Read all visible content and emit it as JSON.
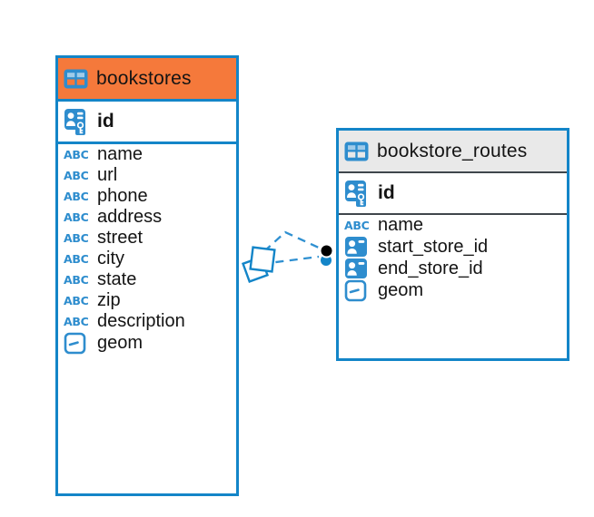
{
  "colors": {
    "table_border": "#1385c8",
    "icon_blue": "#2e8dce",
    "relation_line": "#2f90d1",
    "selected_header": "#f5793b",
    "unselected_header": "#e9e9e9",
    "divider_dark": "#3f464c",
    "text": "#141414"
  },
  "icons": {
    "text_glyph": "ABC"
  },
  "tables": [
    {
      "name": "bookstores",
      "header_color": "#f5793b",
      "selected": true,
      "primary_key": {
        "name": "id",
        "icon": "pk"
      },
      "columns": [
        {
          "name": "name",
          "icon": "text"
        },
        {
          "name": "url",
          "icon": "text"
        },
        {
          "name": "phone",
          "icon": "text"
        },
        {
          "name": "address",
          "icon": "text"
        },
        {
          "name": "street",
          "icon": "text"
        },
        {
          "name": "city",
          "icon": "text"
        },
        {
          "name": "state",
          "icon": "text"
        },
        {
          "name": "zip",
          "icon": "text"
        },
        {
          "name": "description",
          "icon": "text"
        },
        {
          "name": "geom",
          "icon": "geometry"
        }
      ]
    },
    {
      "name": "bookstore_routes",
      "header_color": "#e9e9e9",
      "selected": false,
      "primary_key": {
        "name": "id",
        "icon": "pk"
      },
      "columns": [
        {
          "name": "name",
          "icon": "text"
        },
        {
          "name": "start_store_id",
          "icon": "fk"
        },
        {
          "name": "end_store_id",
          "icon": "fk"
        },
        {
          "name": "geom",
          "icon": "geometry"
        }
      ]
    }
  ],
  "relationships": {
    "style": "dashed",
    "links": [
      {
        "from": "bookstore_routes",
        "to": "bookstores"
      },
      {
        "from": "bookstore_routes",
        "to": "bookstores"
      }
    ]
  }
}
